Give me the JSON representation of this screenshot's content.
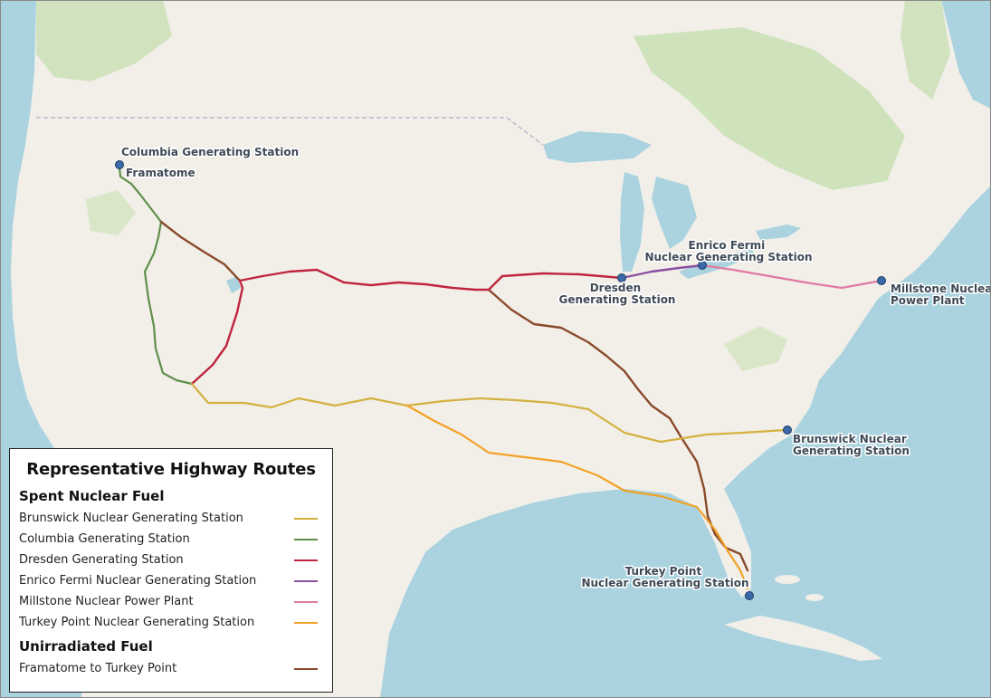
{
  "map": {
    "sites": [
      {
        "id": "columbia",
        "label_lines": [
          "Columbia Generating Station"
        ]
      },
      {
        "id": "framatome",
        "label_lines": [
          "Framatome"
        ]
      },
      {
        "id": "enrico",
        "label_lines": [
          "Enrico Fermi",
          "Nuclear Generating Station"
        ]
      },
      {
        "id": "dresden",
        "label_lines": [
          "Dresden",
          "Generating Station"
        ]
      },
      {
        "id": "millstone",
        "label_lines": [
          "Millstone Nuclear",
          "Power Plant"
        ]
      },
      {
        "id": "brunswick",
        "label_lines": [
          "Brunswick Nuclear",
          "Generating Station"
        ]
      },
      {
        "id": "turkey",
        "label_lines": [
          "Turkey Point",
          "Nuclear Generating Station"
        ]
      }
    ],
    "colors": {
      "land": "#f2efe9",
      "water": "#aad3df",
      "forest": "#c8dfb3",
      "marker": "#3a6aa8",
      "brunswick_route": "#d4b13f",
      "columbia_route": "#5f8f4a",
      "dresden_route": "#c0253e",
      "enrico_route": "#8a4fa0",
      "millstone_route": "#e07aa4",
      "turkey_route": "#f2a227",
      "framatome_route": "#8a4a2a"
    }
  },
  "legend": {
    "title": "Representative Highway Routes",
    "spent_heading": "Spent Nuclear Fuel",
    "spent_items": [
      {
        "label": "Brunswick Nuclear Generating Station",
        "color": "#d4b13f"
      },
      {
        "label": "Columbia Generating Station",
        "color": "#5f8f4a"
      },
      {
        "label": "Dresden Generating Station",
        "color": "#c0253e"
      },
      {
        "label": "Enrico Fermi Nuclear Generating Station",
        "color": "#8a4fa0"
      },
      {
        "label": "Millstone Nuclear Power Plant",
        "color": "#e07aa4"
      },
      {
        "label": "Turkey Point Nuclear Generating Station",
        "color": "#f2a227"
      }
    ],
    "unirradiated_heading": "Unirradiated Fuel",
    "unirradiated_items": [
      {
        "label": "Framatome to Turkey Point",
        "color": "#8a4a2a"
      }
    ]
  }
}
